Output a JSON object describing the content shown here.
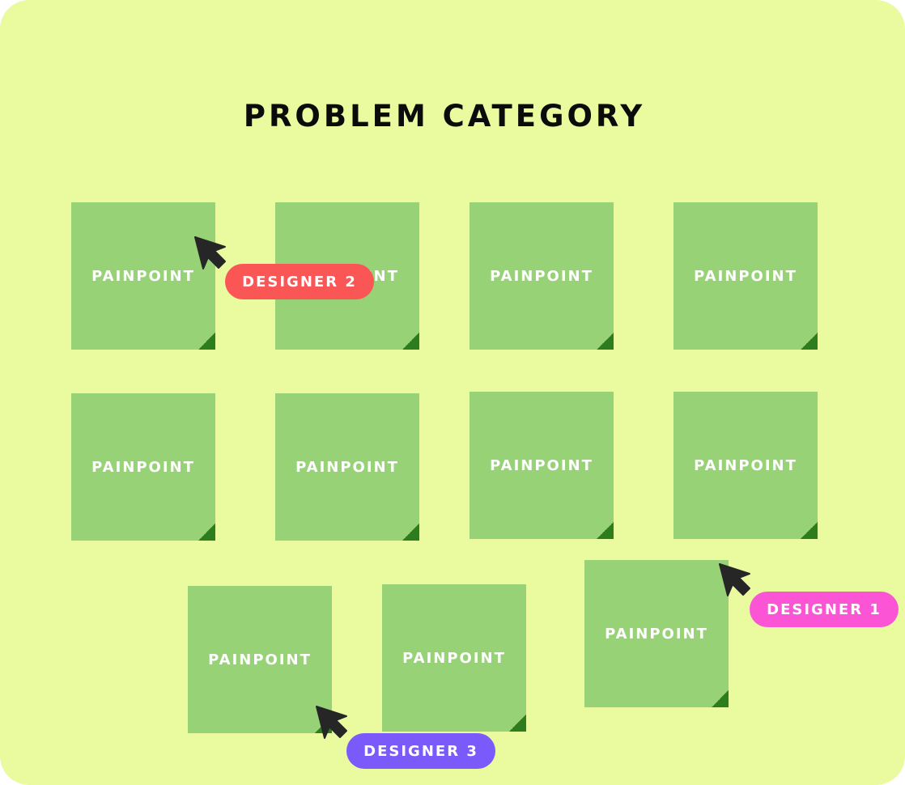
{
  "board": {
    "title": "PROBLEM CATEGORY",
    "background_color": "#eafa9e"
  },
  "notes": [
    {
      "label": "PAINPOINT"
    },
    {
      "label": "PAINPOINT"
    },
    {
      "label": "PAINPOINT"
    },
    {
      "label": "PAINPOINT"
    },
    {
      "label": "PAINPOINT"
    },
    {
      "label": "PAINPOINT"
    },
    {
      "label": "PAINPOINT"
    },
    {
      "label": "PAINPOINT"
    },
    {
      "label": "PAINPOINT"
    },
    {
      "label": "PAINPOINT"
    },
    {
      "label": "PAINPOINT"
    }
  ],
  "note_style": {
    "color": "#97d276",
    "fold_color": "#2d7d1e",
    "text_color": "#ffffff"
  },
  "collaborators": [
    {
      "name": "DESIGNER 2",
      "color": "#fb5656",
      "icon": "mouse-pointer-icon"
    },
    {
      "name": "DESIGNER 1",
      "color": "#fb55d5",
      "icon": "mouse-pointer-icon"
    },
    {
      "name": "DESIGNER 3",
      "color": "#7b5afc",
      "icon": "mouse-pointer-icon"
    }
  ]
}
